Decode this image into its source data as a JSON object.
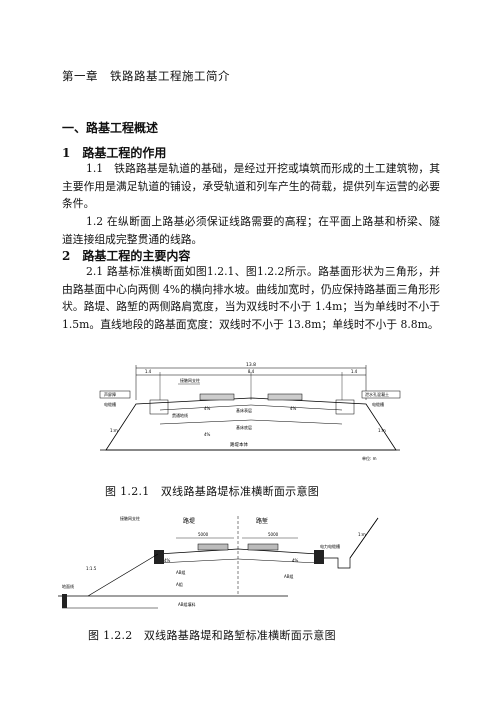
{
  "chapter_title": "第一章　铁路路基工程施工简介",
  "section1": "一、路基工程概述",
  "sub1": {
    "title": "1　路基工程的作用",
    "p1": "1.1　铁路路基是轨道的基础，是经过开挖或填筑而形成的土工建筑物，其主要作用是满足轨道的铺设，承受轨道和列车产生的荷载，提供列车运营的必要条件。",
    "p2": "1.2 在纵断面上路基必须保证线路需要的高程；在平面上路基和桥梁、隧道连接组成完整贯通的线路。"
  },
  "sub2": {
    "title": "2　路基工程的主要内容",
    "p1": "2.1 路基标准横断面如图1.2.1、图1.2.2所示。路基面形状为三角形，并由路基面中心向两侧 4%的横向排水坡。曲线加宽时，仍应保持路基面三角形形状。路堤、路堑的两侧路肩宽度，当为双线时不小于 1.4m；当为单线时不小于 1.5m。直线地段的路基面宽度：双线时不小于 13.8m；单线时不小于 8.8m。"
  },
  "figure1": {
    "caption": "图 1.2.1　双线路基路堤标准横断面示意图",
    "labels": {
      "total_width": "13.8",
      "dim_left": "1.4",
      "dim_mid": "8.4",
      "dim_right": "1.4",
      "pole": "接触网支柱",
      "left1": "声屏障",
      "left2": "电缆槽",
      "right1": "泄水孔混凝土",
      "right2": "电缆槽",
      "layer1": "基床表层",
      "layer2": "基床底层",
      "layer3": "路堤本体",
      "layer_left": "贯通地线",
      "slope4a": "4%",
      "slope4b": "4%",
      "slope4c": "4%",
      "slope_left": "1:m",
      "slope_right": "1:m",
      "unit": "单位: m"
    }
  },
  "figure2": {
    "caption": "图 1.2.2　双线路基路堤和路堑标准横断面示意图",
    "labels": {
      "pole": "接触网支柱",
      "fill": "路堤",
      "cut": "路堑",
      "dim_left": "5000",
      "dim_right": "5000",
      "slope_left": "1:1.5",
      "slope_right": "1:m",
      "ditch": "电力电缆槽",
      "pct_left": "4%",
      "pct_right": "4%",
      "mat1": "AB组",
      "mat2": "A组",
      "mat3": "AB组",
      "ground_left": "地面线",
      "bottom": "AB组填料"
    }
  }
}
